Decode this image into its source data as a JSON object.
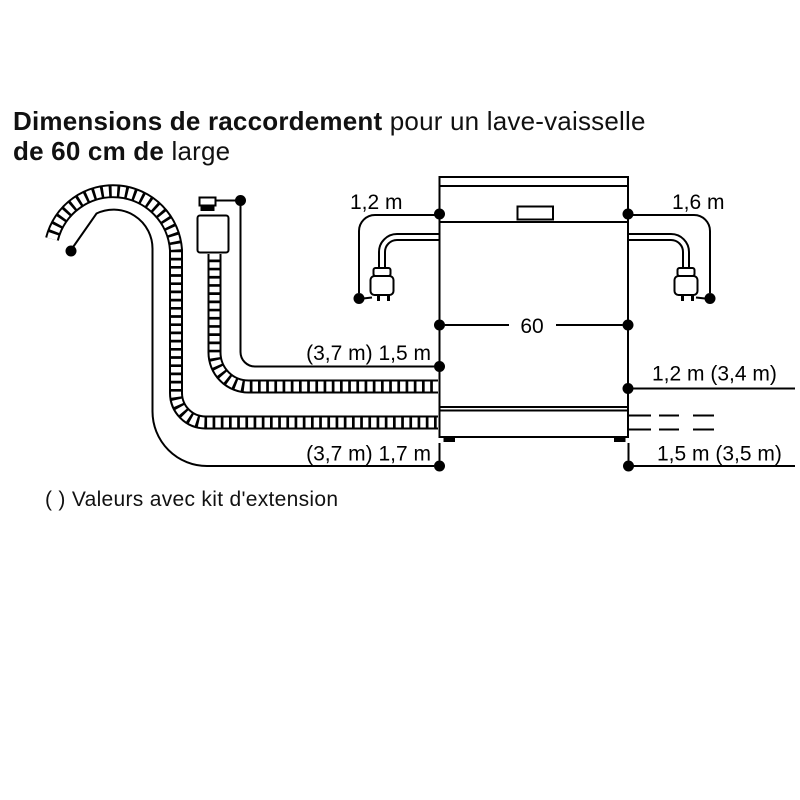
{
  "title": {
    "line1_bold": "Dimensions de raccordement",
    "line1_regular": " pour un lave-vaisselle",
    "line2_bold": "de 60 cm de",
    "line2_regular": " large"
  },
  "footnote": "( ) Valeurs avec kit d'extension",
  "diagram": {
    "labels": {
      "power_cord_left": "1,2 m",
      "power_cord_right": "1,6 m",
      "appliance_width_cm": "60",
      "supply_hose": "(3,7 m) 1,5 m",
      "drain_hose": "(3,7 m) 1,7 m",
      "right_upper": "1,2 m (3,4 m)",
      "right_lower": "1,5 m (3,5 m)"
    },
    "colors": {
      "line": "#000000",
      "background": "#ffffff"
    }
  }
}
